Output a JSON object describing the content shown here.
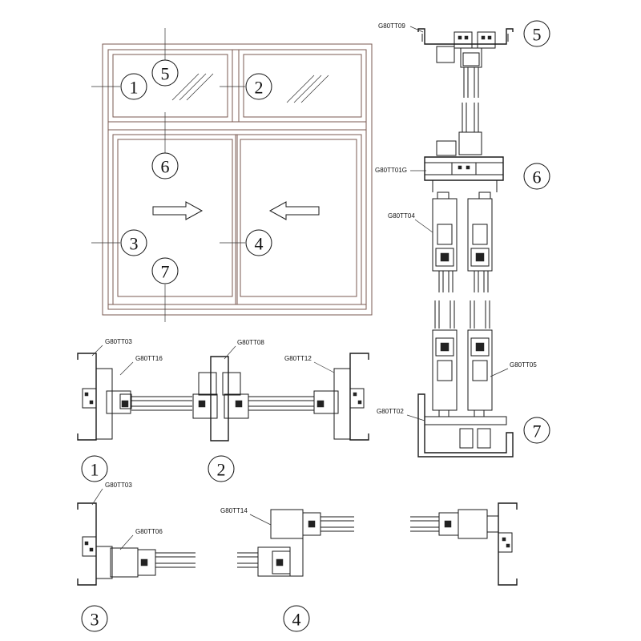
{
  "elevation": {
    "callouts": [
      "1",
      "2",
      "3",
      "4",
      "5",
      "6",
      "7"
    ]
  },
  "section_numbers": {
    "s1": "1",
    "s2": "2",
    "s3": "3",
    "s4": "4",
    "v5": "5",
    "v6": "6",
    "v7": "7"
  },
  "profile_codes": {
    "g80tt09": "G80TT09",
    "g80tt01g": "G80TT01G",
    "g80tt04": "G80TT04",
    "g80tt05": "G80TT05",
    "g80tt02": "G80TT02",
    "g80tt03_a": "G80TT03",
    "g80tt16": "G80TT16",
    "g80tt08": "G80TT08",
    "g80tt12": "G80TT12",
    "g80tt03_b": "G80TT03",
    "g80tt06": "G80TT06",
    "g80tt14": "G80TT14"
  }
}
